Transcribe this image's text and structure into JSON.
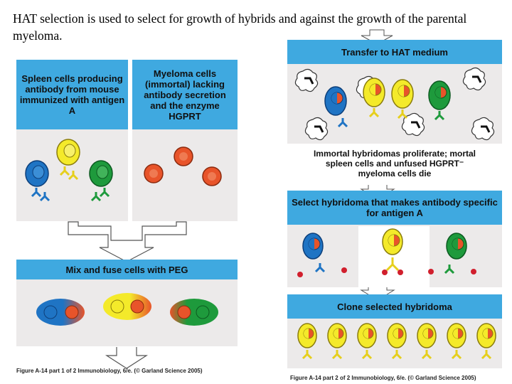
{
  "heading": "HAT selection is used to select for growth of hybrids and against the growth of the parental myeloma.",
  "left": {
    "spleen_label": "Spleen cells producing antibody from mouse immunized with antigen A",
    "myeloma_label": "Myeloma cells (immortal) lacking antibody secretion and the enzyme HGPRT",
    "fuse_label": "Mix and fuse cells with PEG",
    "caption": "Figure A-14 part 1 of 2  Immunobiology, 6/e. (© Garland Science 2005)"
  },
  "right": {
    "transfer_label": "Transfer to HAT medium",
    "proliferate_label": "Immortal hybridomas proliferate; mortal spleen cells and unfused HGPRT⁻ myeloma cells die",
    "select_label": "Select hybridoma that makes antibody specific for antigen A",
    "clone_label": "Clone selected hybridoma",
    "caption": "Figure A-14 part 2 of 2  Immunobiology, 6/e. (© Garland Science 2005)"
  },
  "colors": {
    "header_blue": "#3fa9e0",
    "panel_gray": "#eceaea",
    "cell_blue": "#1f74c4",
    "cell_yellow": "#f4ea2a",
    "cell_green": "#1e9a3c",
    "cell_orange": "#e8542a",
    "antigen_red": "#d11f2d"
  }
}
